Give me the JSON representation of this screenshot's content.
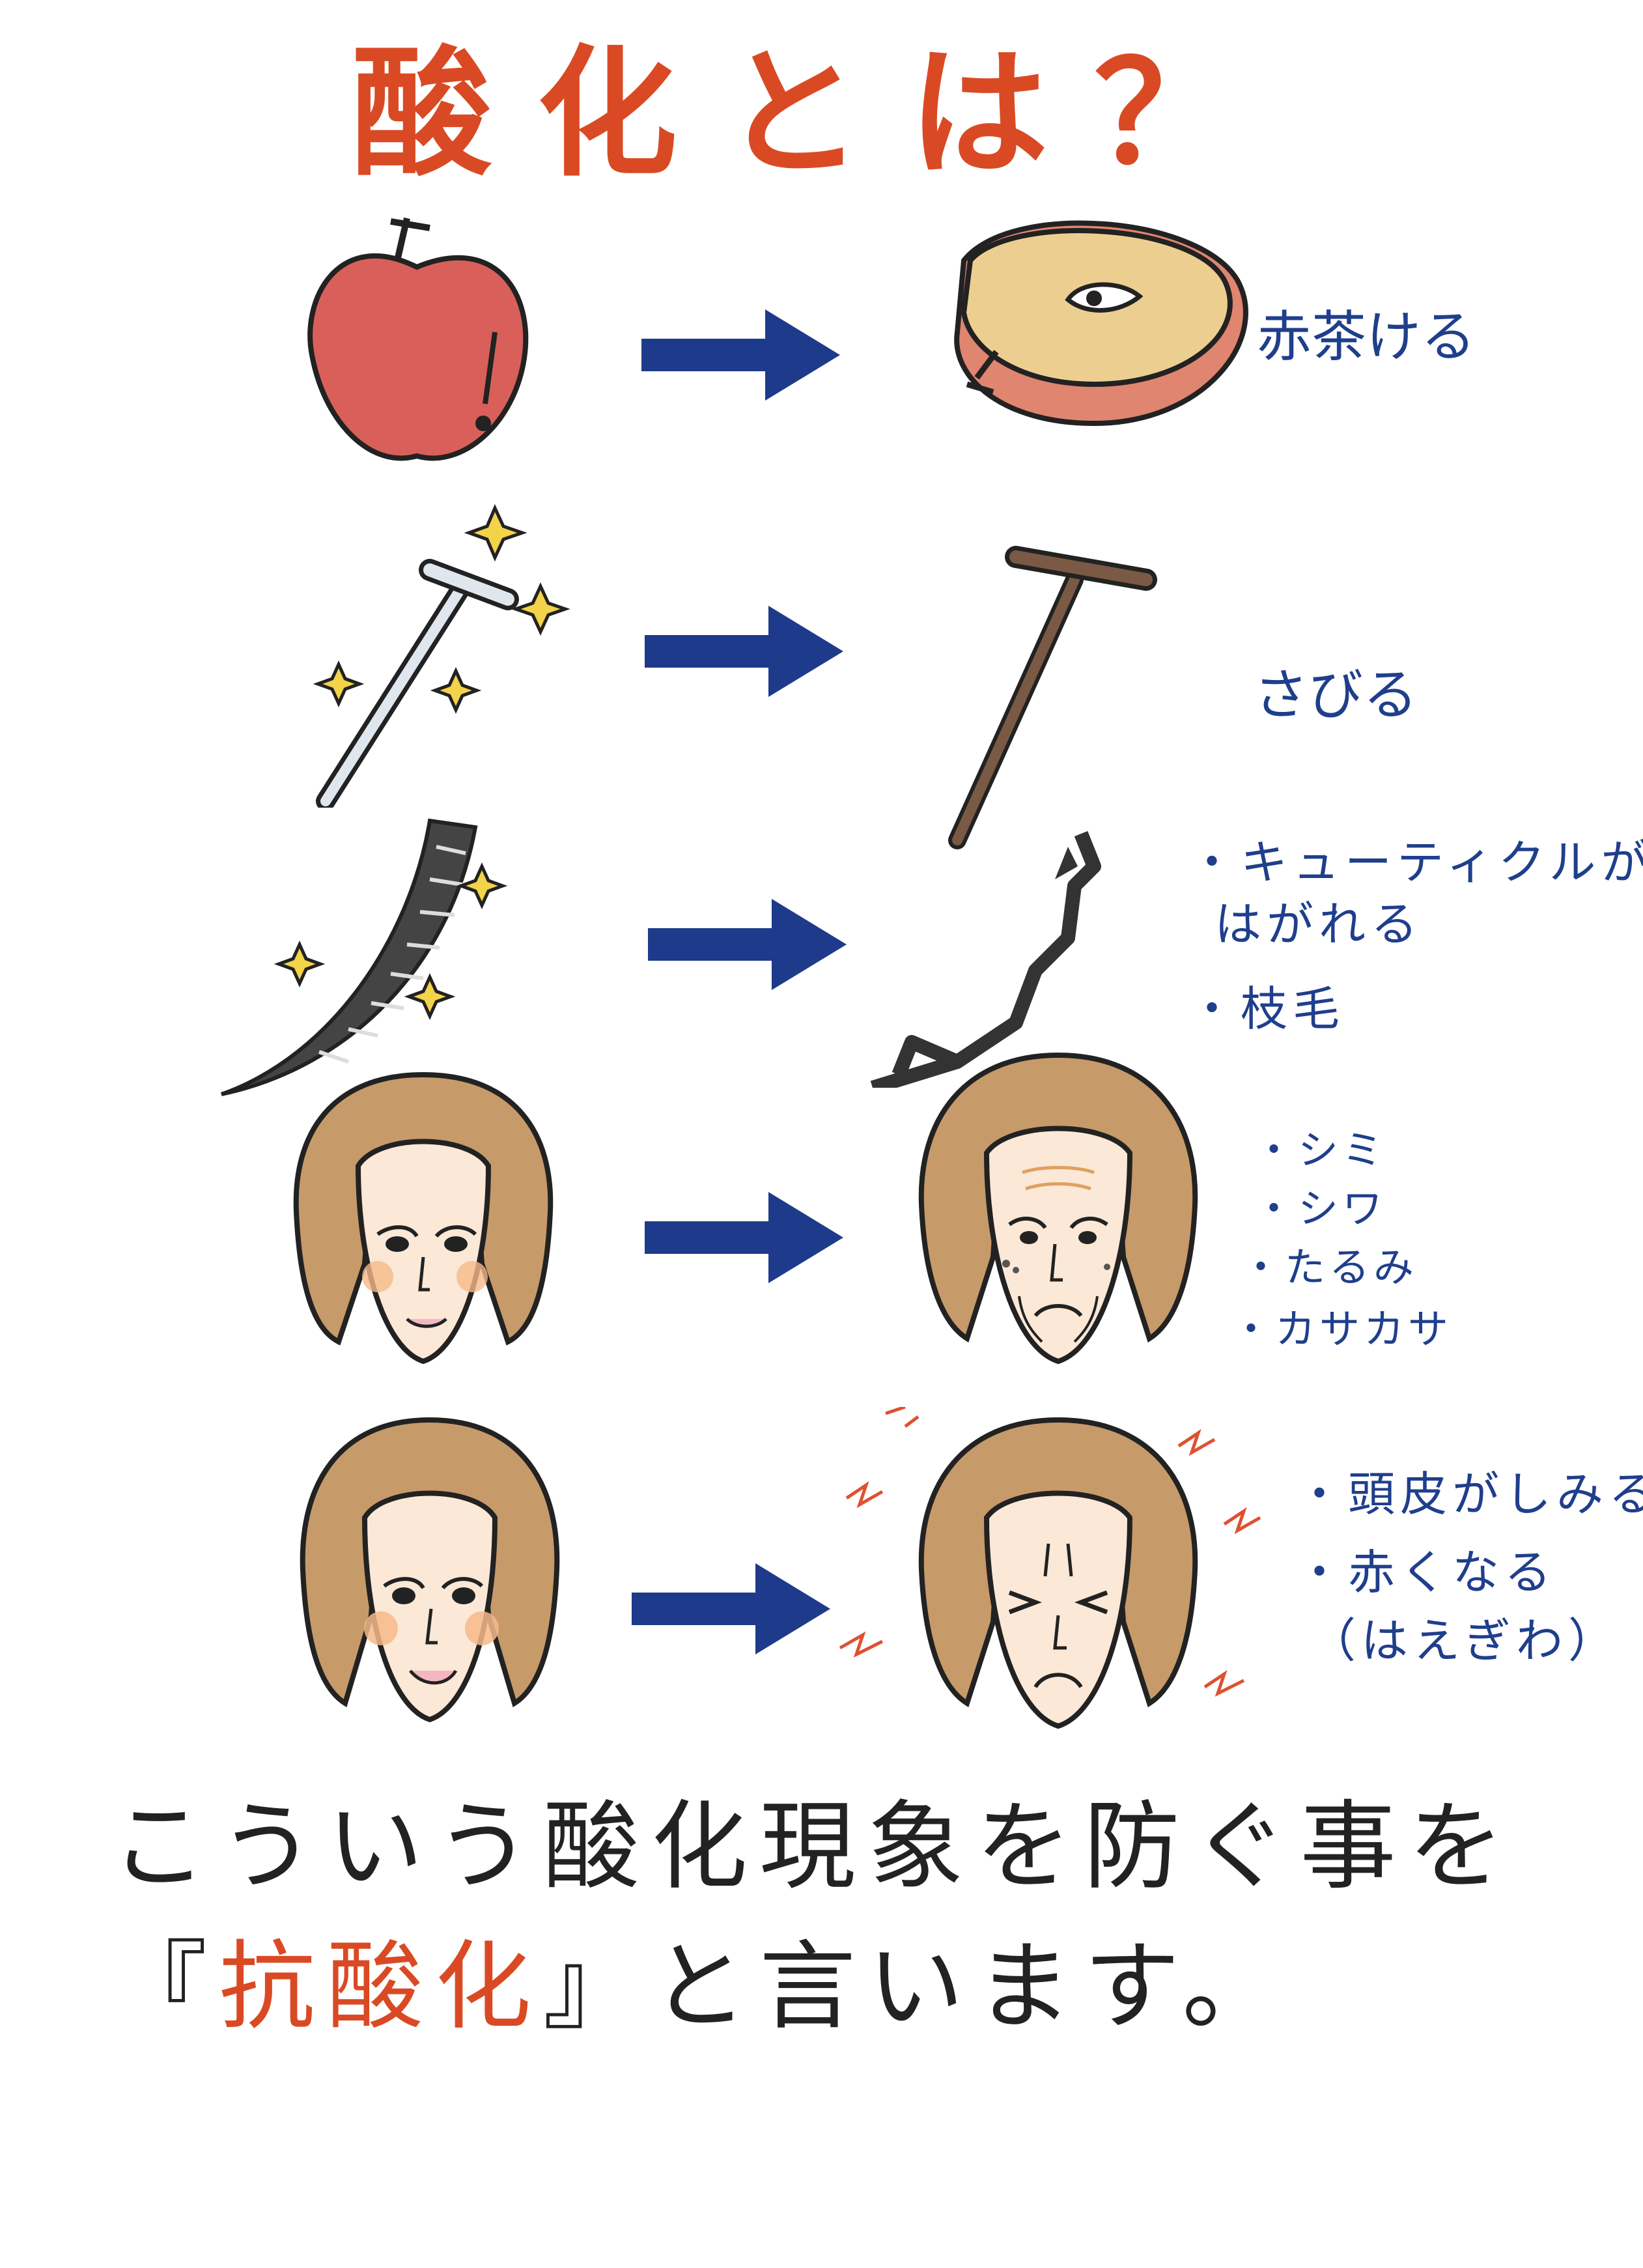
{
  "title": "酸化とは？",
  "rows": [
    {
      "before": "apple-fresh",
      "after": "apple-browned",
      "labels": [
        "赤茶ける"
      ]
    },
    {
      "before": "nail-shiny",
      "after": "nail-rusted",
      "labels": [
        "さびる"
      ]
    },
    {
      "before": "hair-healthy",
      "after": "hair-damaged",
      "labels": [
        "・キューティクルが",
        "はがれる",
        "・枝毛"
      ]
    },
    {
      "before": "face-young",
      "after": "face-aged",
      "labels": [
        "・シミ",
        "・シワ",
        "・たるみ",
        "・カサカサ"
      ]
    },
    {
      "before": "face-smiling",
      "after": "face-irritated",
      "labels": [
        "・頭皮がしみる",
        "・赤くなる",
        "（はえぎわ）"
      ]
    }
  ],
  "footer": {
    "line1": "こういう酸化現象を防ぐ事を",
    "open_bracket": "『",
    "term": "抗酸化",
    "line2_rest": "』と言います。"
  },
  "colors": {
    "title": "#d94a24",
    "labels": "#1f3f8c",
    "arrow": "#1e3a8a",
    "text": "#222222",
    "apple": "#d9605a",
    "sparkle": "#f2d34a",
    "skin": "#fbe8d6",
    "hair": "#c79a6a"
  }
}
